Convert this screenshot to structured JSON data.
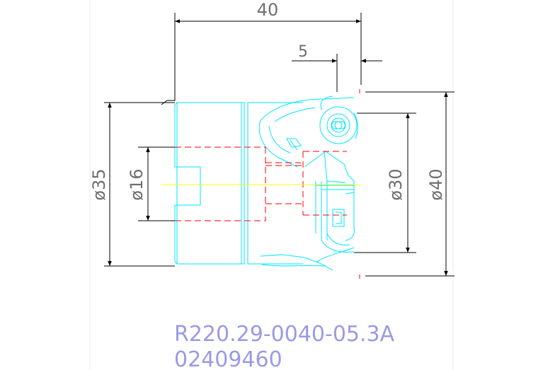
{
  "dimensions": {
    "overall_length": "40",
    "insert_offset": "5",
    "shank_diameter": "ø35",
    "bore_diameter": "ø16",
    "body_diameter": "ø30",
    "cutting_diameter": "ø40"
  },
  "title_block": {
    "part_number": "R220.29-0040-05.3A",
    "order_code": "02409460"
  },
  "colors": {
    "body_outline": "#00e5ff",
    "hidden_lines": "#ff0000",
    "center_line": "#ffff00",
    "dimension_lines": "#000000",
    "dimension_text": "#6f6f6f",
    "title_text": "#9a9ae6"
  }
}
